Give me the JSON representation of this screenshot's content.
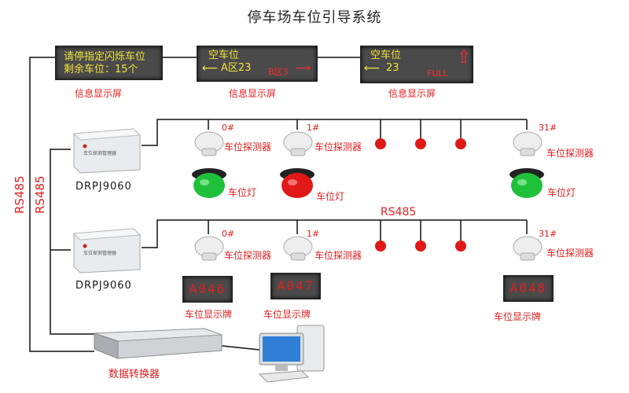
{
  "title": "停车场车位引导系统",
  "screens": [
    {
      "line1": "请停指定闪烁车位",
      "line2": "剩余车位：15个",
      "label": "信息显示屏"
    },
    {
      "line1": "空车位",
      "line2": "A区23",
      "right": "B区3",
      "label": "信息显示屏"
    },
    {
      "line1": "空车位",
      "line2": "23",
      "right": "FULL",
      "label": "信息显示屏"
    }
  ],
  "controllers": [
    {
      "name": "DRPJ9060",
      "plate": "车位探测管理器"
    },
    {
      "name": "DRPJ9060",
      "plate": "车位探测管理器"
    }
  ],
  "bus_label_h": "RS485",
  "bus_label_v1": "RS485",
  "bus_label_v2": "RS485",
  "detector_label": "车位探测器",
  "light_label": "车位灯",
  "board_label": "车位显示牌",
  "row1_numbers": [
    "0#",
    "1#",
    "31#"
  ],
  "row2_numbers": [
    "0#",
    "1#",
    "31#"
  ],
  "boards": [
    "A046",
    "A047",
    "A048"
  ],
  "converter_label": "数据转换器",
  "colors": {
    "accent": "#e02020",
    "lcd_text": "#f2e23a",
    "green_light": "#1fc13a",
    "red_light": "#e01818"
  }
}
